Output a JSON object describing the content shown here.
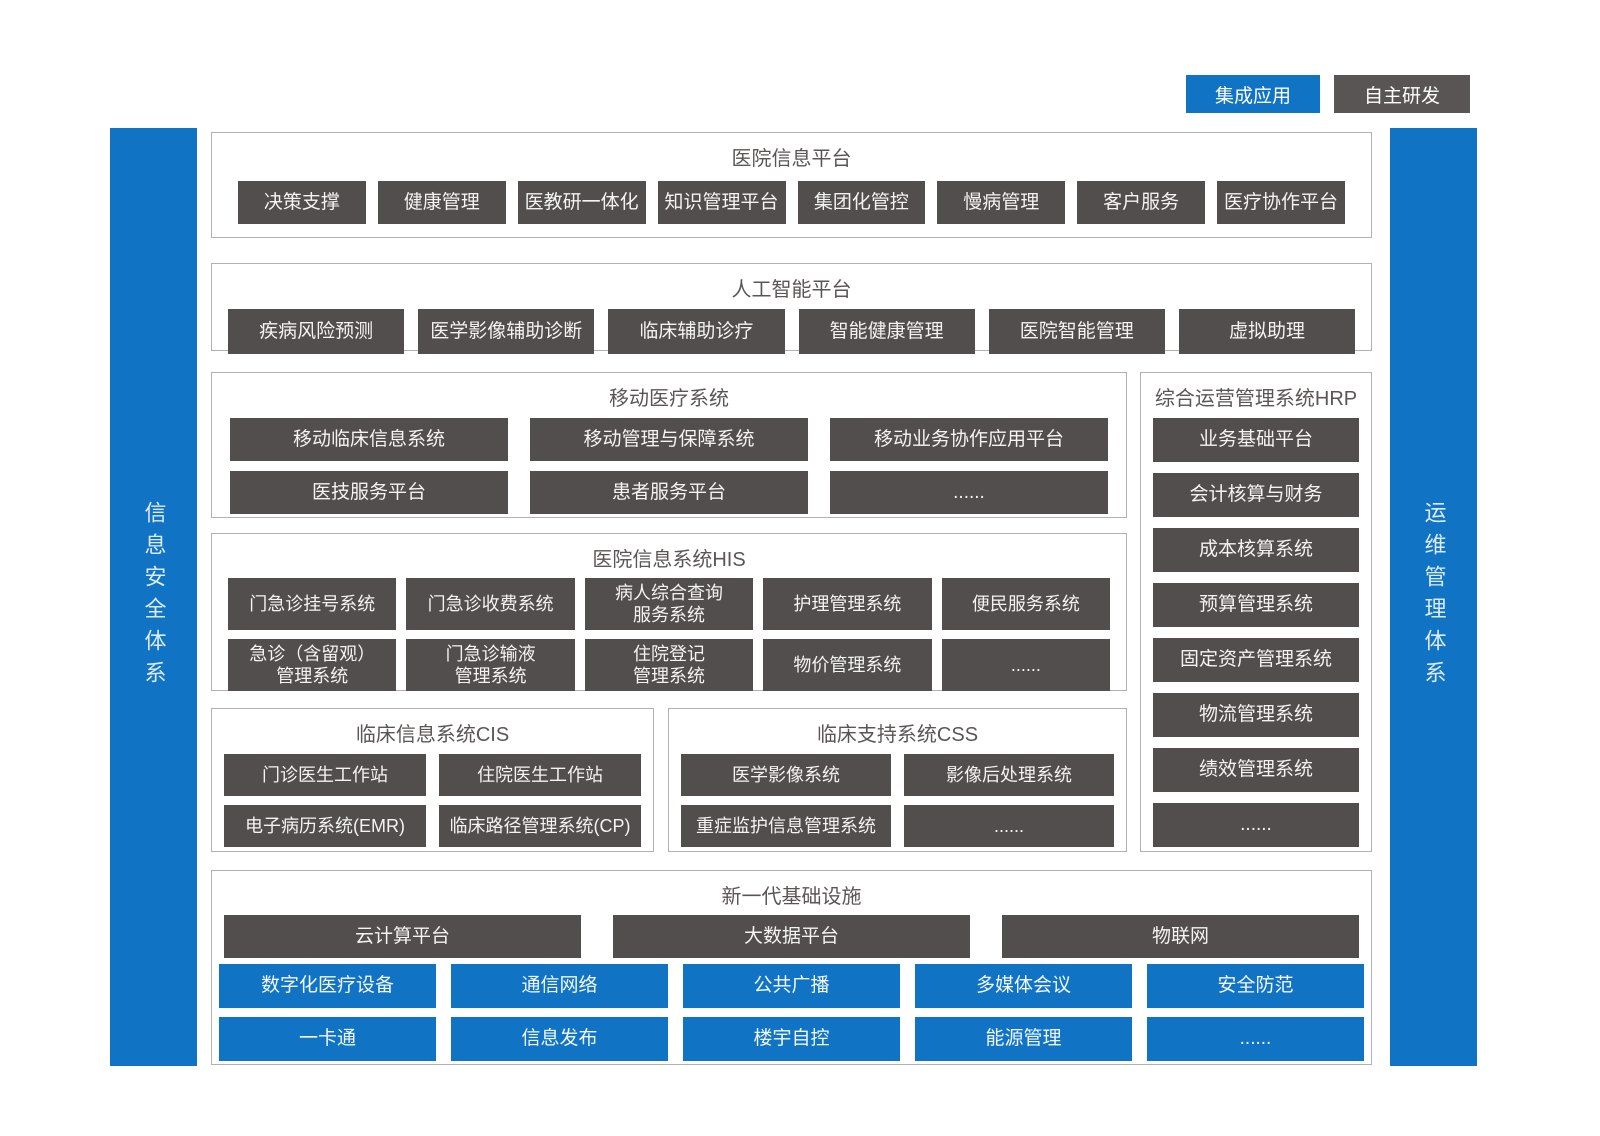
{
  "legend": {
    "integrated_label": "集成应用",
    "self_developed_label": "自主研发"
  },
  "sidebars": {
    "left_label": "信息安全体系",
    "right_label": "运维管理体系"
  },
  "sections": {
    "platform": {
      "title": "医院信息平台",
      "items": [
        "决策支撑",
        "健康管理",
        "医教研一体化",
        "知识管理平台",
        "集团化管控",
        "慢病管理",
        "客户服务",
        "医疗协作平台"
      ]
    },
    "ai": {
      "title": "人工智能平台",
      "items": [
        "疾病风险预测",
        "医学影像辅助诊断",
        "临床辅助诊疗",
        "智能健康管理",
        "医院智能管理",
        "虚拟助理"
      ]
    },
    "mobile": {
      "title": "移动医疗系统",
      "rows": [
        [
          "移动临床信息系统",
          "移动管理与保障系统",
          "移动业务协作应用平台"
        ],
        [
          "医技服务平台",
          "患者服务平台",
          "......"
        ]
      ]
    },
    "hrp": {
      "title": "综合运营管理系统HRP",
      "items": [
        "业务基础平台",
        "会计核算与财务",
        "成本核算系统",
        "预算管理系统",
        "固定资产管理系统",
        "物流管理系统",
        "绩效管理系统",
        "......"
      ]
    },
    "his": {
      "title": "医院信息系统HIS",
      "rows": [
        [
          "门急诊挂号系统",
          "门急诊收费系统",
          "病人综合查询\n服务系统",
          "护理管理系统",
          "便民服务系统"
        ],
        [
          "急诊（含留观）\n管理系统",
          "门急诊输液\n管理系统",
          "住院登记\n管理系统",
          "物价管理系统",
          "......"
        ]
      ]
    },
    "cis": {
      "title": "临床信息系统CIS",
      "rows": [
        [
          "门诊医生工作站",
          "住院医生工作站"
        ],
        [
          "电子病历系统(EMR)",
          "临床路径管理系统(CP)"
        ]
      ]
    },
    "css": {
      "title": "临床支持系统CSS",
      "rows": [
        [
          "医学影像系统",
          "影像后处理系统"
        ],
        [
          "重症监护信息管理系统",
          "......"
        ]
      ]
    },
    "infra": {
      "title": "新一代基础设施",
      "dark_items": [
        "云计算平台",
        "大数据平台",
        "物联网"
      ],
      "blue_rows": [
        [
          "数字化医疗设备",
          "通信网络",
          "公共广播",
          "多媒体会议",
          "安全防范"
        ],
        [
          "一卡通",
          "信息发布",
          "楼宇自控",
          "能源管理",
          "......"
        ]
      ]
    }
  },
  "colors": {
    "accent_blue": "#1173c4",
    "module_dark": "#534e4e",
    "section_border": "#b3b0b0",
    "title_text": "#5b5656"
  }
}
